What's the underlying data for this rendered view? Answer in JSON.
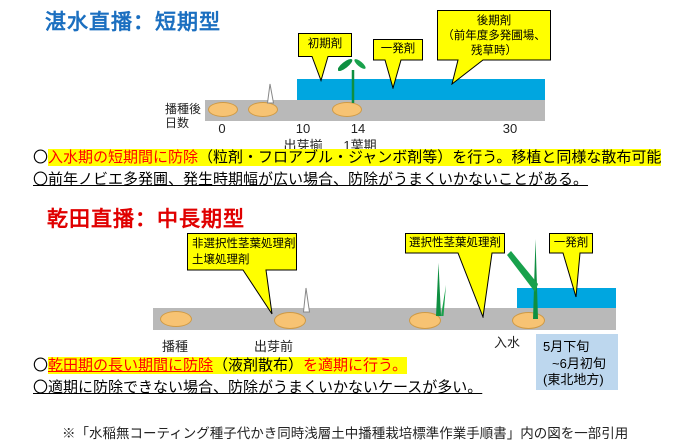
{
  "colors": {
    "title1_blue": "#1b6fc0",
    "title2_red": "#e00000",
    "water_blue": "#00a6e0",
    "soil_gray": "#b9b9b9",
    "callout_yellow": "#ffff00",
    "highlight_yellow": "#ffff00",
    "note_red": "#ff0000",
    "period_box_blue": "#bdd7ee",
    "seed_orange": "#f7c373",
    "sprout_green": "#0e8f41"
  },
  "diagram1": {
    "title": "湛水直播：短期型",
    "axis_label_line1": "播種後",
    "axis_label_line2": "日数",
    "callout_early": "初期剤",
    "callout_oneshot": "一発剤",
    "callout_late_line1": "後期剤",
    "callout_late_line2": "（前年度多発圃場、",
    "callout_late_line3": "残草時）",
    "tick_0": "0",
    "tick_10": "10",
    "tick_14": "14",
    "tick_30": "30",
    "tick_10_sub": "出芽揃",
    "tick_14_sub": "1葉期"
  },
  "notes1": {
    "bullet1": "〇",
    "line1_red": "入水期の短期間に防除",
    "line1_black": "（粒剤・フロアブル・ジャンボ剤等）を行う。移植と同様な散布可能",
    "line2": "〇前年ノビエ多発圃、発生時期幅が広い場合、防除がうまくいかないことがある。"
  },
  "diagram2": {
    "title": "乾田直播：中長期型",
    "callout_nonselective_line1": "非選択性茎葉処理剤",
    "callout_nonselective_line2": "土壌処理剤",
    "callout_selective": "選択性茎葉処理剤",
    "callout_oneshot": "一発剤",
    "label_seeding": "播種",
    "label_pre_emergence": "出芽前",
    "label_flooding": "入水",
    "period_line1": "5月下旬",
    "period_line2": "~6月初旬",
    "period_line3": "(東北地方)"
  },
  "notes2": {
    "bullet1": "〇",
    "line1_red_underlined": "乾田期の長い期間に防除",
    "line1_black": "（液剤散布）",
    "line1_red_tail": "を適期に行う。",
    "line2": "〇適期に防除できない場合、防除がうまくいかないケースが多い。"
  },
  "footer": "※「水稲無コーティング種子代かき同時浅層土中播種栽培標準作業手順書」内の図を一部引用"
}
